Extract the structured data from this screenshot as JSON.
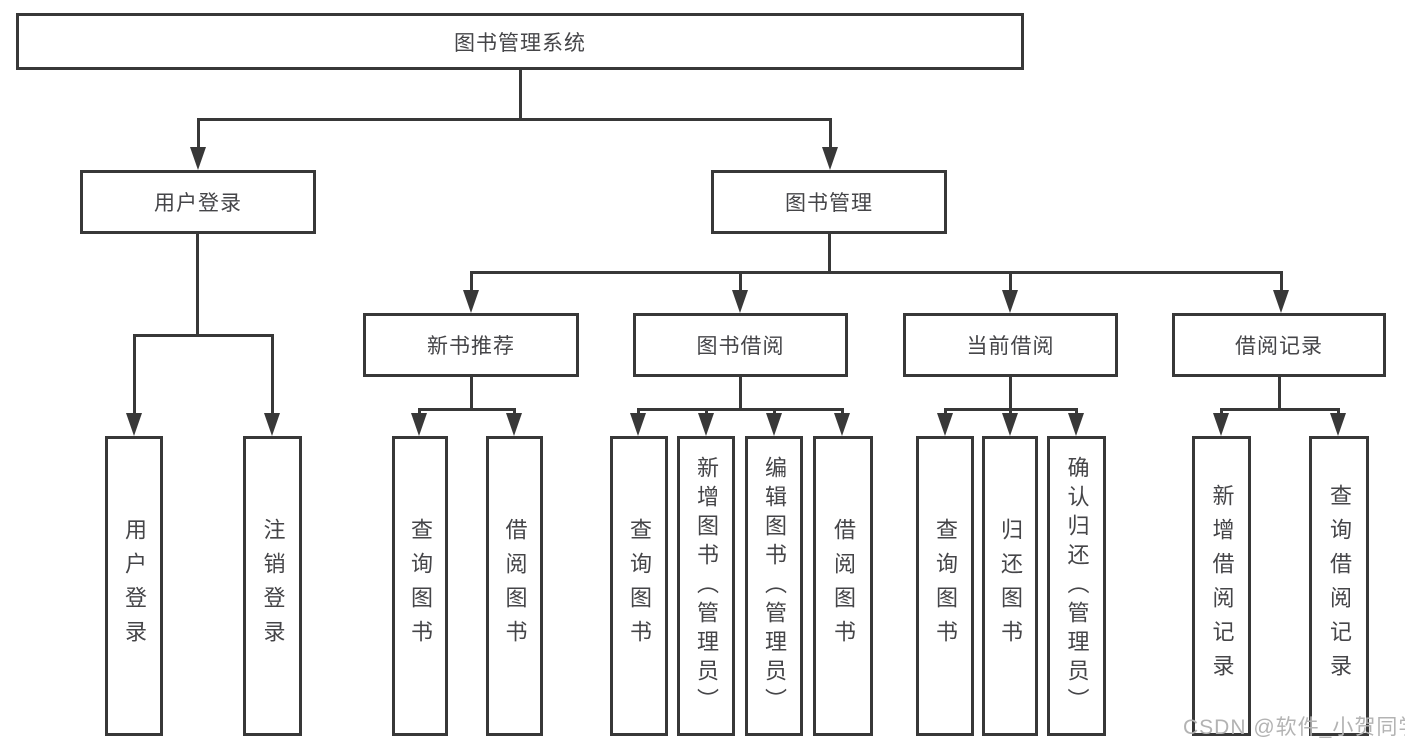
{
  "diagram": {
    "root": {
      "label": "图书管理系统"
    },
    "branches": [
      {
        "label": "用户登录",
        "children": [
          {
            "label": "用户登录"
          },
          {
            "label": "注销登录"
          }
        ]
      },
      {
        "label": "图书管理",
        "children": [
          {
            "label": "新书推荐",
            "children": [
              {
                "label": "查询图书"
              },
              {
                "label": "借阅图书"
              }
            ]
          },
          {
            "label": "图书借阅",
            "children": [
              {
                "label": "查询图书"
              },
              {
                "label": "新增图书（管理员）"
              },
              {
                "label": "编辑图书（管理员）"
              },
              {
                "label": "借阅图书"
              }
            ]
          },
          {
            "label": "当前借阅",
            "children": [
              {
                "label": "查询图书"
              },
              {
                "label": "归还图书"
              },
              {
                "label": "确认归还（管理员）"
              }
            ]
          },
          {
            "label": "借阅记录",
            "children": [
              {
                "label": "新增借阅记录"
              },
              {
                "label": "查询借阅记录"
              }
            ]
          }
        ]
      }
    ]
  },
  "watermark": {
    "text": "CSDN @软件_小贺同学"
  },
  "colors": {
    "line": "#383838",
    "text": "#454548",
    "watermark": "#b3b3b3",
    "background": "#ffffff"
  }
}
